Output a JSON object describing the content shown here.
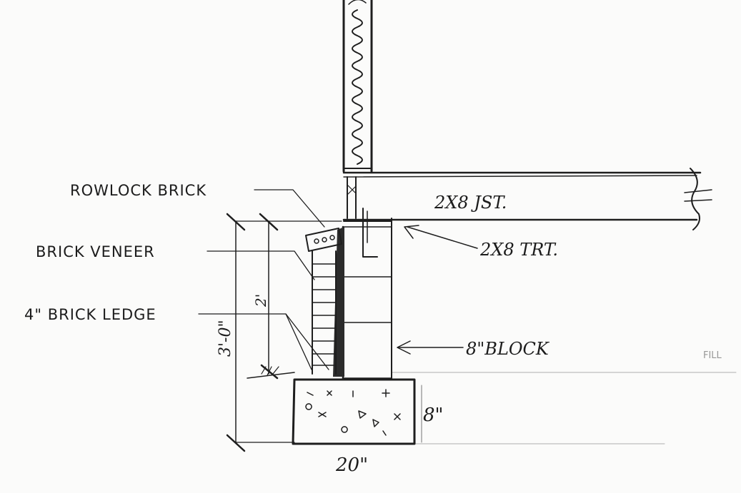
{
  "labels": {
    "rowlock_brick": "ROWLOCK BRICK",
    "brick_veneer": "BRICK VENEER",
    "brick_ledge": "4\" BRICK LEDGE",
    "joist": "2X8 JST.",
    "treated_plate": "2X8 TRT.",
    "block": "8\"BLOCK",
    "fill": "FILL"
  },
  "dimensions": {
    "overall_height": "3'-0\"",
    "veneer_height": "2'",
    "footing_depth": "8\"",
    "footing_width": "20\""
  },
  "colors": {
    "ink": "#1e1e1e",
    "paper": "#fbfbfa"
  }
}
